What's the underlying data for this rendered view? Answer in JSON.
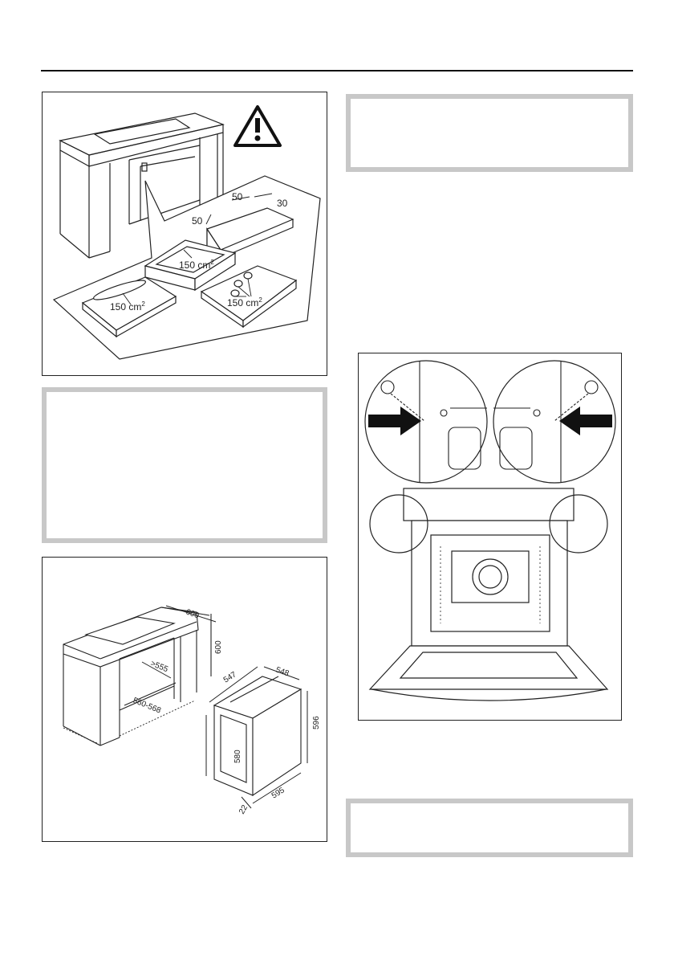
{
  "fig1": {
    "dim_a": "50",
    "dim_b": "30",
    "dim_c": "50",
    "area_1": "150 cm",
    "area_2": "150 cm",
    "area_3": "150 cm",
    "area_sup": "2"
  },
  "fig2": {
    "dim_depth": "600",
    "dim_height": "600",
    "dim_gt555": ">555",
    "dim_width_range": "560-568",
    "oven_547": "547",
    "oven_548": "548",
    "oven_596": "596",
    "oven_580": "580",
    "oven_595": "595",
    "oven_22": "22"
  },
  "colors": {
    "note_border": "#c8c8c8",
    "line": "#222222"
  }
}
